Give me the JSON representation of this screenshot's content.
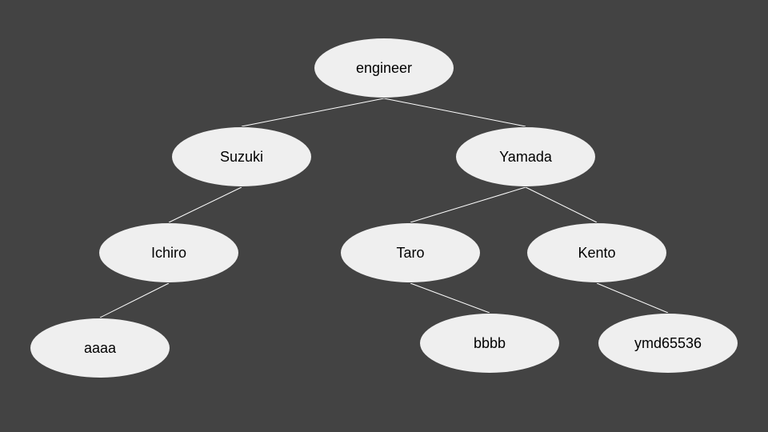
{
  "diagram": {
    "nodes": [
      {
        "id": "engineer",
        "label": "engineer"
      },
      {
        "id": "suzuki",
        "label": "Suzuki"
      },
      {
        "id": "yamada",
        "label": "Yamada"
      },
      {
        "id": "ichiro",
        "label": "Ichiro"
      },
      {
        "id": "taro",
        "label": "Taro"
      },
      {
        "id": "kento",
        "label": "Kento"
      },
      {
        "id": "aaaa",
        "label": "aaaa"
      },
      {
        "id": "bbbb",
        "label": "bbbb"
      },
      {
        "id": "ymd65536",
        "label": "ymd65536"
      }
    ],
    "edges": [
      {
        "from": "engineer",
        "to": "suzuki"
      },
      {
        "from": "engineer",
        "to": "yamada"
      },
      {
        "from": "suzuki",
        "to": "ichiro"
      },
      {
        "from": "ichiro",
        "to": "aaaa"
      },
      {
        "from": "yamada",
        "to": "taro"
      },
      {
        "from": "yamada",
        "to": "kento"
      },
      {
        "from": "taro",
        "to": "bbbb"
      },
      {
        "from": "kento",
        "to": "ymd65536"
      }
    ],
    "colors": {
      "background": "#434343",
      "node_fill": "#efefef",
      "edge": "#ffffff",
      "text": "#000000"
    }
  }
}
